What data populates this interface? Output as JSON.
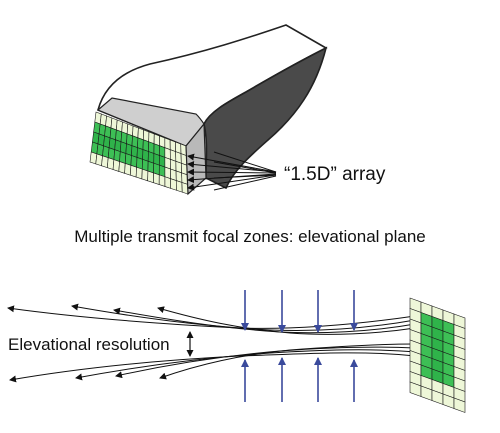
{
  "labels": {
    "array": "“1.5D” array",
    "caption": "Multiple transmit focal zones: elevational plane",
    "resolution": "Elevational resolution"
  },
  "colors": {
    "element_green": "#2fb34a",
    "element_light": "#eef7d8",
    "beam_arrow": "#3a4a9c",
    "housing_dark": "#4a4a4a"
  },
  "array_rows": 5,
  "array_columns": 17,
  "beam_arrow_count": 4
}
